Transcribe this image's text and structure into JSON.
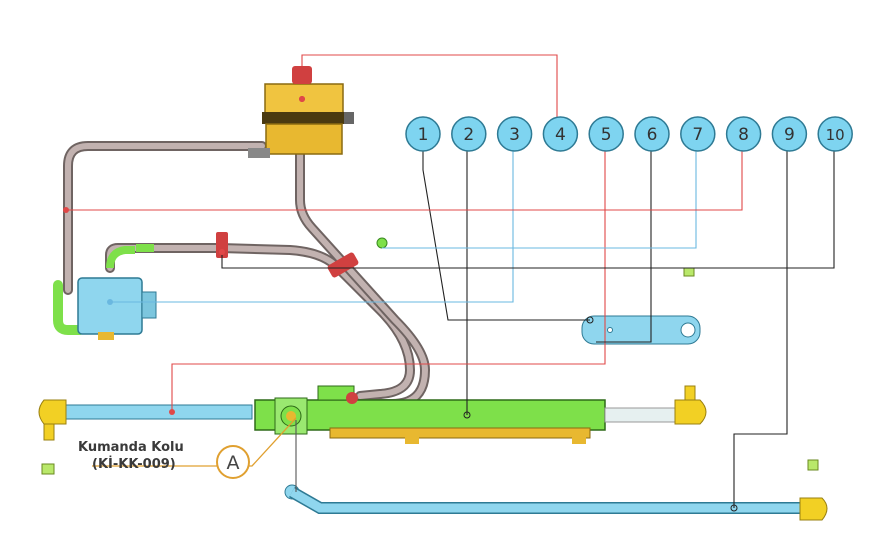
{
  "bubbles": [
    {
      "id": "1",
      "label": "1",
      "color": "#7ed4f0"
    },
    {
      "id": "2",
      "label": "2",
      "color": "#7ed4f0"
    },
    {
      "id": "3",
      "label": "3",
      "color": "#7ed4f0"
    },
    {
      "id": "4",
      "label": "4",
      "color": "#7ed4f0"
    },
    {
      "id": "5",
      "label": "5",
      "color": "#7ed4f0"
    },
    {
      "id": "6",
      "label": "6",
      "color": "#7ed4f0"
    },
    {
      "id": "7",
      "label": "7",
      "color": "#7ed4f0"
    },
    {
      "id": "8",
      "label": "8",
      "color": "#7ed4f0"
    },
    {
      "id": "9",
      "label": "9",
      "color": "#7ed4f0"
    },
    {
      "id": "10",
      "label": "10",
      "color": "#7ed4f0"
    }
  ],
  "callout": {
    "line1": "Kumanda Kolu",
    "line2": "(Kİ-KK-009)",
    "letter": "A"
  },
  "colors": {
    "pipe": "#b8a6a4",
    "pipe_edge": "#6f6462",
    "blue_part": "#8fd6ee",
    "yellow_part": "#f2d024",
    "green_part": "#7ee04a",
    "tank": "#e8b830",
    "red_line": "#e04848",
    "blue_line": "#6ab8e0",
    "black_line": "#222222"
  }
}
